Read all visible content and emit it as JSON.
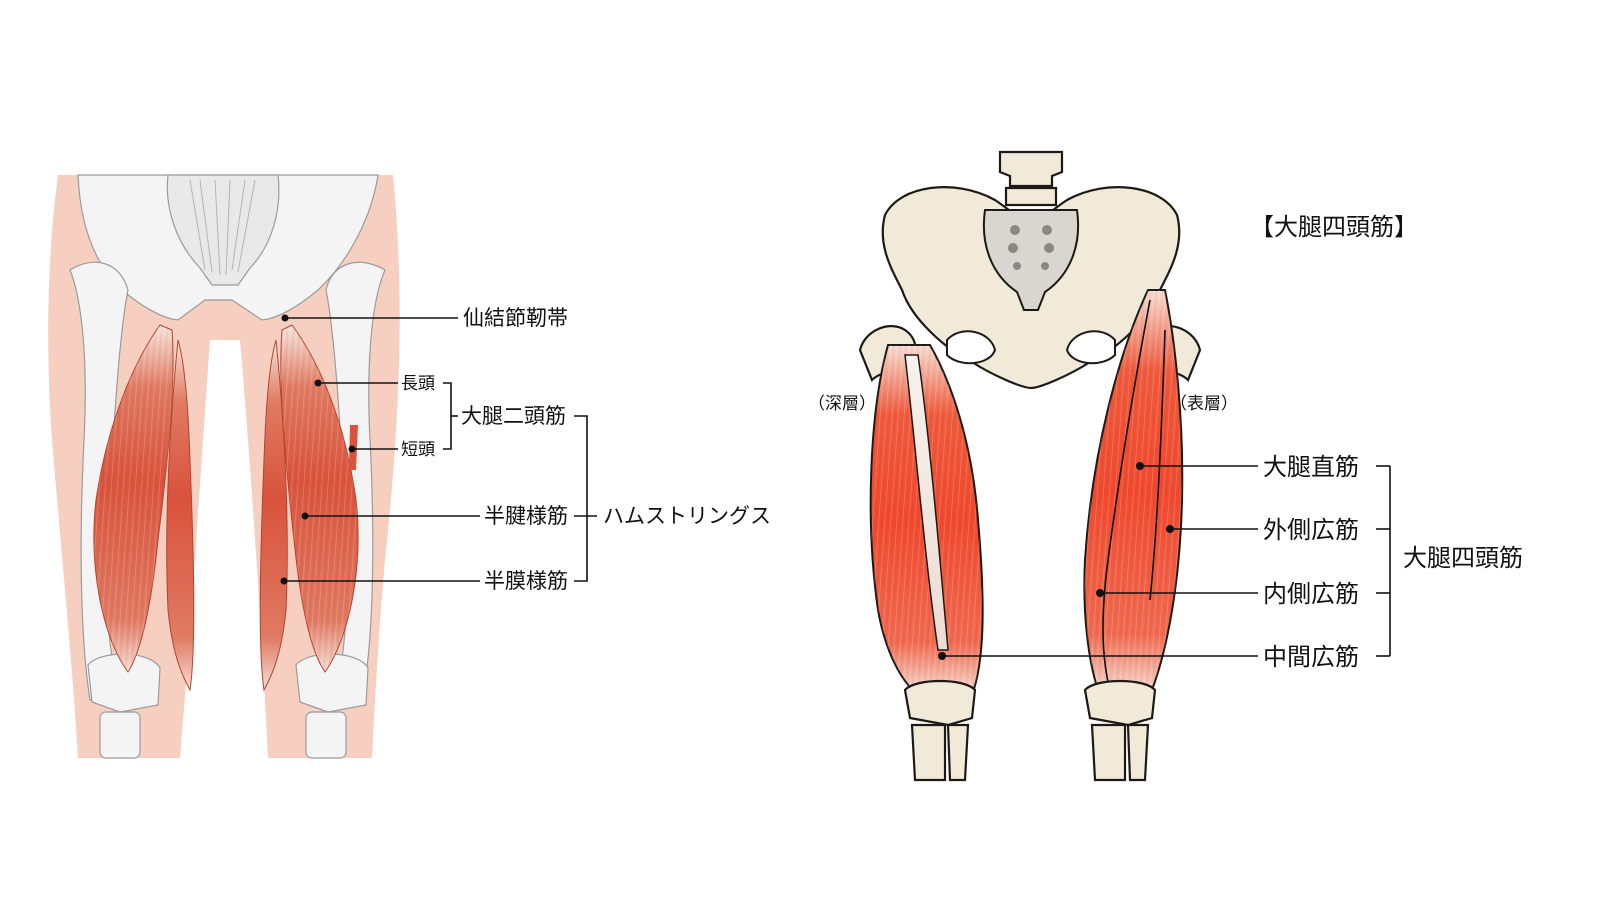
{
  "posterior_view": {
    "labels": {
      "sacrotuberous_ligament": "仙結節靭帯",
      "long_head": "長頭",
      "short_head": "短頭",
      "biceps_femoris": "大腿二頭筋",
      "semitendinosus": "半腱様筋",
      "semimembranosus": "半膜様筋",
      "hamstrings": "ハムストリングス"
    }
  },
  "anterior_view": {
    "title": "【大腿四頭筋】",
    "deep_layer": "（深層）",
    "superficial_layer": "（表層）",
    "labels": {
      "rectus_femoris": "大腿直筋",
      "vastus_lateralis": "外側広筋",
      "vastus_medialis": "内側広筋",
      "vastus_intermedius": "中間広筋",
      "quadriceps": "大腿四頭筋"
    }
  },
  "colors": {
    "skin": "#f6cfc0",
    "muscle": "#e2563f",
    "muscle_bright": "#f0492e",
    "bone": "#f1ead8",
    "bone_gray": "#f4f4f4",
    "outline": "#1d1a16"
  }
}
